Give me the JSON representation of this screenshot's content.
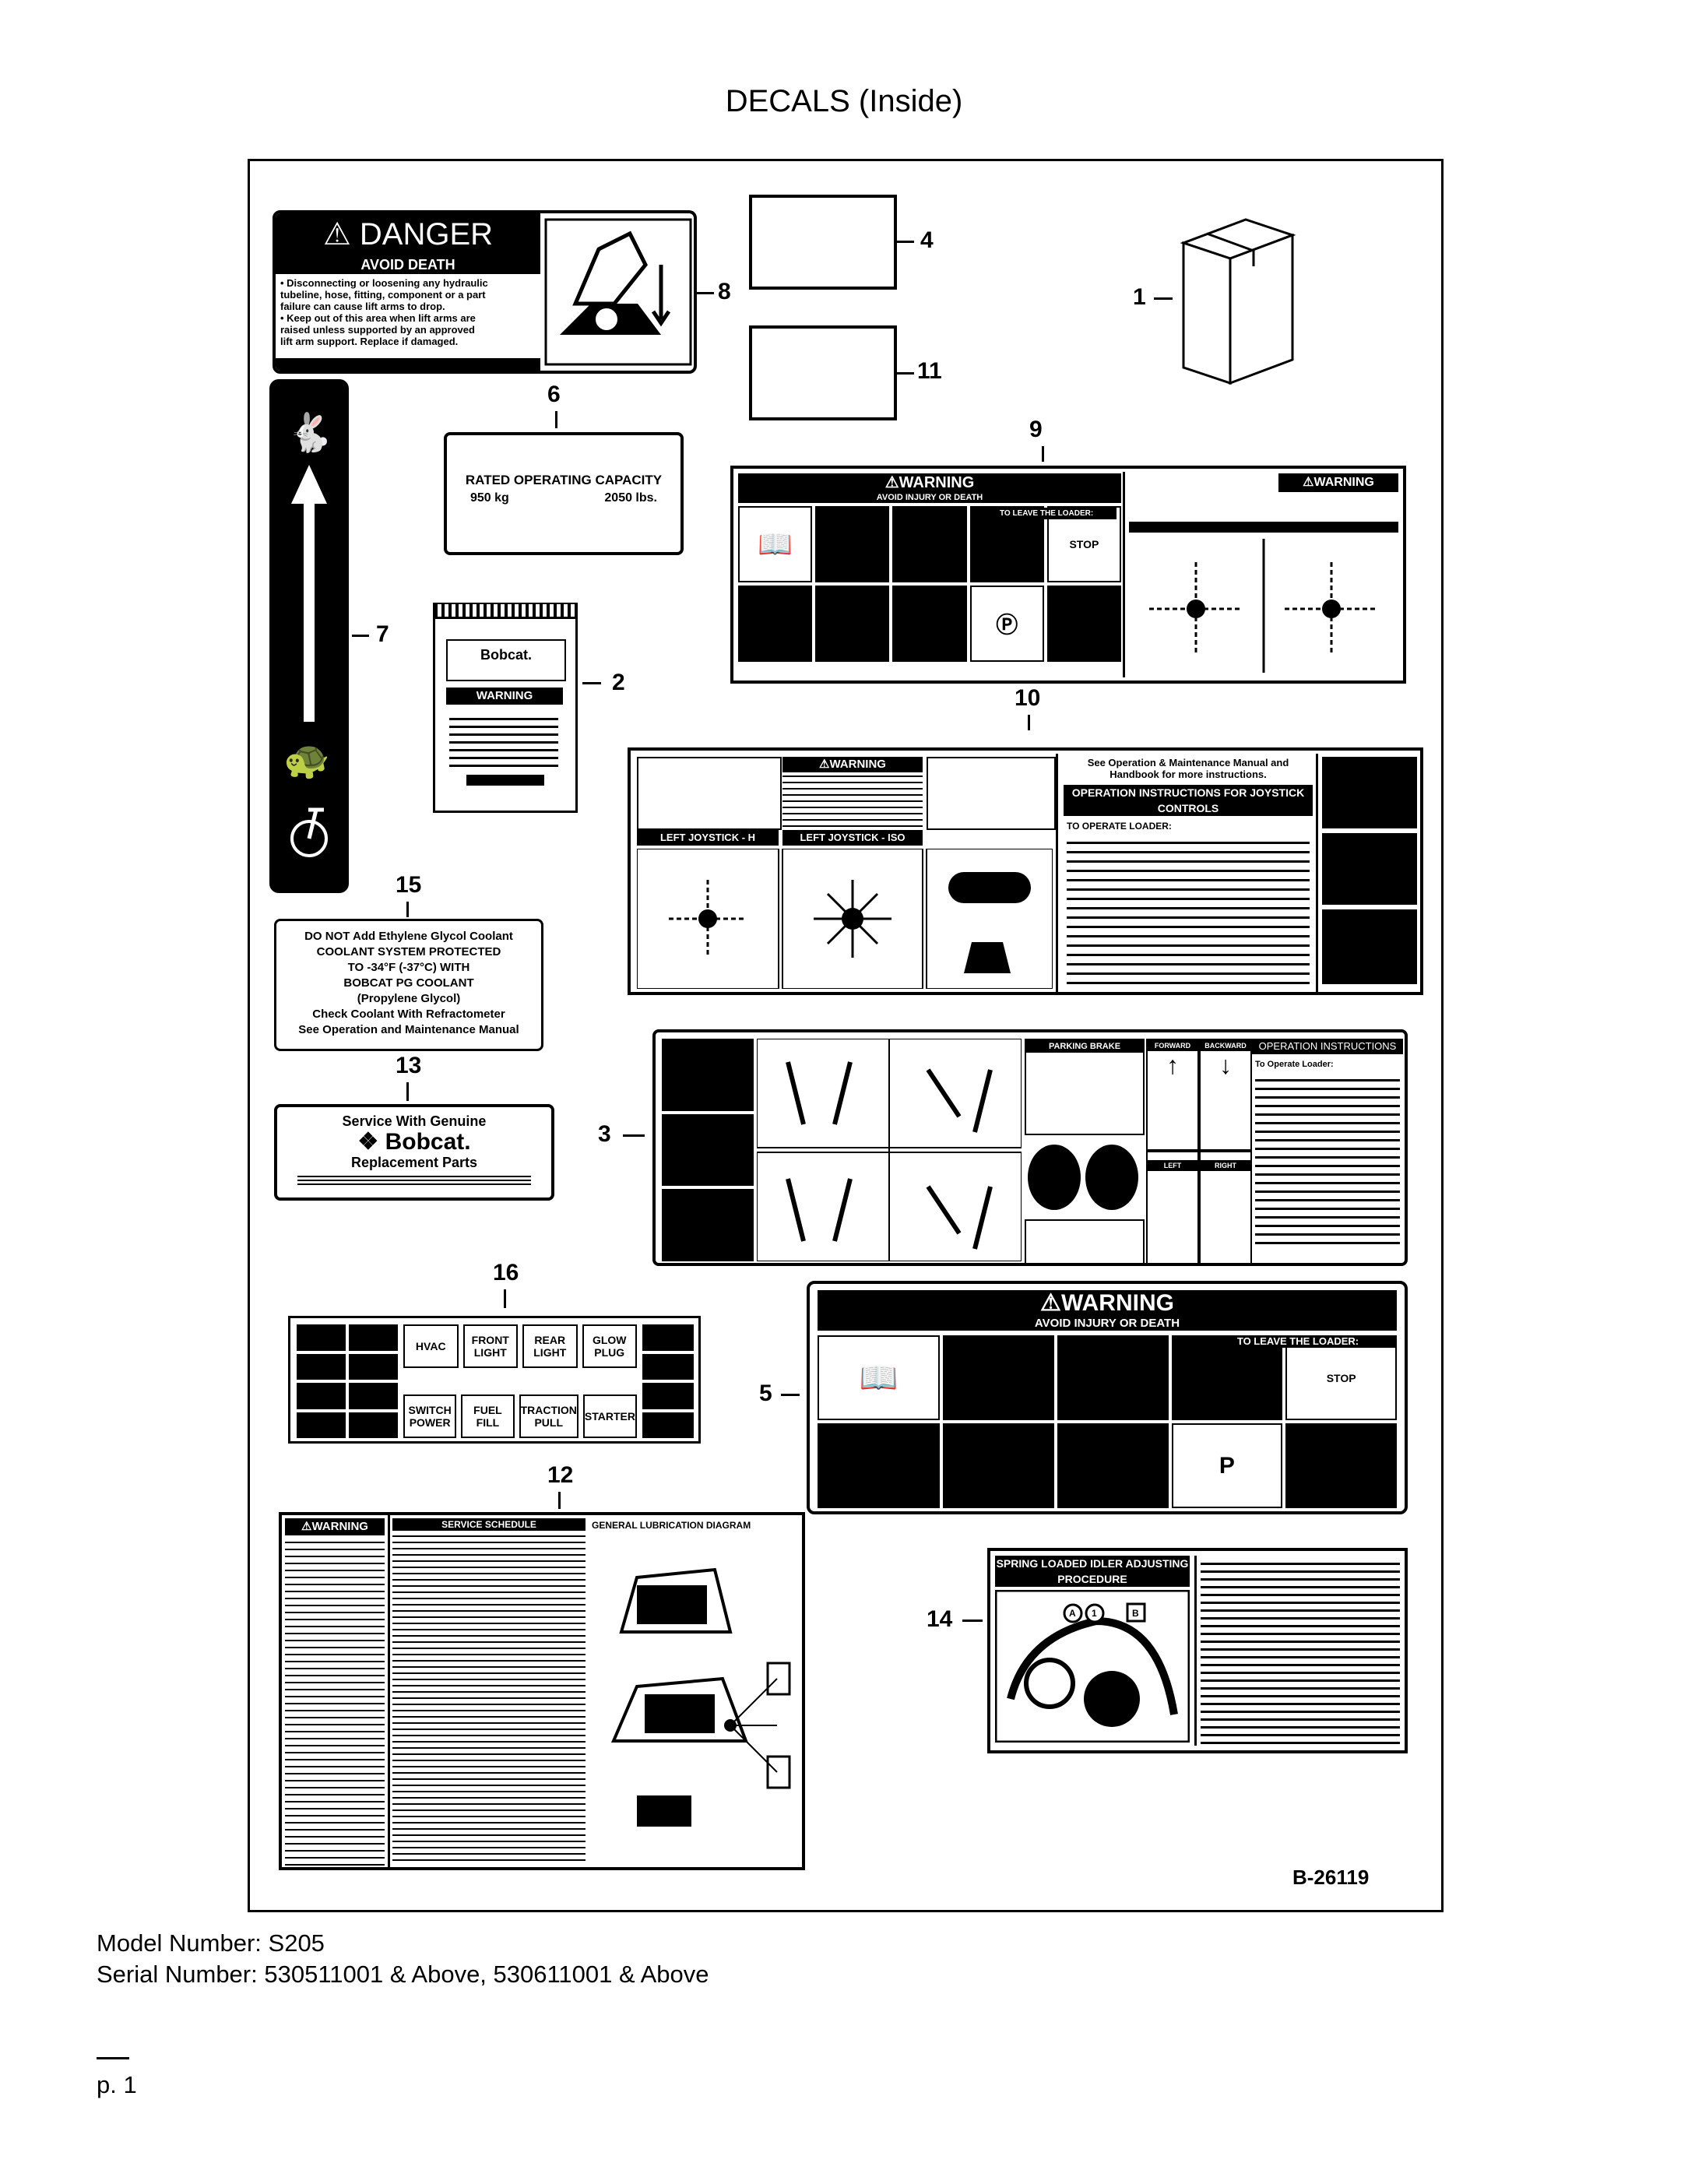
{
  "page": {
    "title": "DECALS (Inside)",
    "figure_id": "B-26119"
  },
  "callouts": {
    "c1": "1",
    "c2": "2",
    "c3": "3",
    "c4": "4",
    "c5": "5",
    "c6": "6",
    "c7": "7",
    "c8": "8",
    "c9": "9",
    "c10": "10",
    "c11": "11",
    "c12": "12",
    "c13": "13",
    "c14": "14",
    "c15": "15",
    "c16": "16"
  },
  "decal8": {
    "header": "DANGER",
    "subheader": "AVOID DEATH",
    "lines": [
      "• Disconnecting or loosening any hydraulic",
      "tubeline, hose, fitting, component or a part",
      "failure can cause lift arms to drop.",
      "• Keep out of this area when lift arms are",
      "raised unless supported by an approved",
      "lift arm support. Replace if damaged."
    ]
  },
  "decal6": {
    "line1": "RATED OPERATING CAPACITY",
    "kg": "950 kg",
    "lbs": "2050 lbs."
  },
  "decal2": {
    "brand": "Bobcat.",
    "warning": "WARNING"
  },
  "decal9": {
    "header": "WARNING",
    "subheader": "AVOID INJURY OR DEATH",
    "leave": "TO LEAVE THE LOADER:",
    "right_warning": "WARNING"
  },
  "decal10": {
    "left_warning": "WARNING",
    "left_joy": "LEFT JOYSTICK - H",
    "left_joy_iso": "LEFT JOYSTICK - ISO",
    "manual": "See Operation & Maintenance Manual and Handbook for more instructions.",
    "op_title": "OPERATION INSTRUCTIONS FOR JOYSTICK CONTROLS",
    "to_operate": "TO OPERATE LOADER:"
  },
  "decal15": {
    "lines": [
      "DO NOT Add Ethylene Glycol Coolant",
      "COOLANT SYSTEM PROTECTED",
      "TO -34°F (-37°C) WITH",
      "BOBCAT PG COOLANT",
      "(Propylene Glycol)",
      "Check Coolant With Refractometer",
      "See Operation and Maintenance Manual"
    ]
  },
  "decal3": {
    "parking": "PARKING BRAKE",
    "forward": "FORWARD",
    "backward": "BACKWARD",
    "op_title": "OPERATION INSTRUCTIONS",
    "to_operate": "To Operate Loader:",
    "left": "LEFT",
    "right": "RIGHT"
  },
  "decal13": {
    "line1": "Service With Genuine",
    "brand": "Bobcat.",
    "line2": "Replacement Parts"
  },
  "decal16": {
    "row1": [
      "HVAC",
      "FRONT LIGHT",
      "REAR LIGHT",
      "GLOW PLUG"
    ],
    "row2": [
      "SWITCH POWER",
      "FUEL FILL",
      "TRACTION PULL",
      "STARTER"
    ]
  },
  "decal5": {
    "header": "WARNING",
    "subheader": "AVOID INJURY OR DEATH",
    "leave": "TO LEAVE THE LOADER:",
    "stop": "STOP",
    "park": "P"
  },
  "decal12": {
    "warning": "WARNING",
    "schedule": "SERVICE SCHEDULE",
    "lube": "GENERAL LUBRICATION DIAGRAM"
  },
  "decal14": {
    "title": "SPRING LOADED IDLER ADJUSTING PROCEDURE",
    "a": "A",
    "b": "B",
    "c1": "1"
  },
  "footer": {
    "model": "Model Number: S205",
    "serial": "Serial Number: 530511001 & Above, 530611001 & Above",
    "page": "p. 1"
  }
}
